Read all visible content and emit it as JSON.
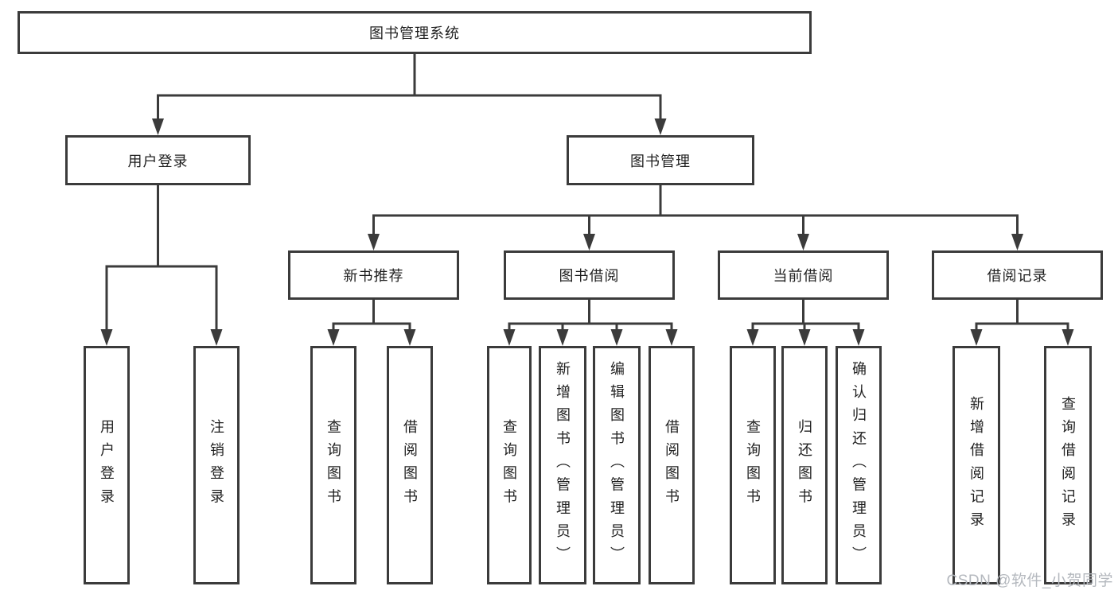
{
  "diagram": {
    "root": {
      "label": "图书管理系统"
    },
    "branches": [
      {
        "label": "用户登录",
        "children": [
          {
            "label": "用户登录"
          },
          {
            "label": "注销登录"
          }
        ]
      },
      {
        "label": "图书管理",
        "children": [
          {
            "label": "新书推荐",
            "children": [
              {
                "label": "查询图书"
              },
              {
                "label": "借阅图书"
              }
            ]
          },
          {
            "label": "图书借阅",
            "children": [
              {
                "label": "查询图书"
              },
              {
                "label": "新增图书（管理员）"
              },
              {
                "label": "编辑图书（管理员）"
              },
              {
                "label": "借阅图书"
              }
            ]
          },
          {
            "label": "当前借阅",
            "children": [
              {
                "label": "查询图书"
              },
              {
                "label": "归还图书"
              },
              {
                "label": "确认归还（管理员）"
              }
            ]
          },
          {
            "label": "借阅记录",
            "children": [
              {
                "label": "新增借阅记录"
              },
              {
                "label": "查询借阅记录"
              }
            ]
          }
        ]
      }
    ]
  },
  "watermark": "CSDN @软件_小贺同学",
  "colors": {
    "line": "#3b3b3b",
    "text": "#1f1f1f",
    "watermark": "#b4b8be",
    "background": "#ffffff"
  }
}
